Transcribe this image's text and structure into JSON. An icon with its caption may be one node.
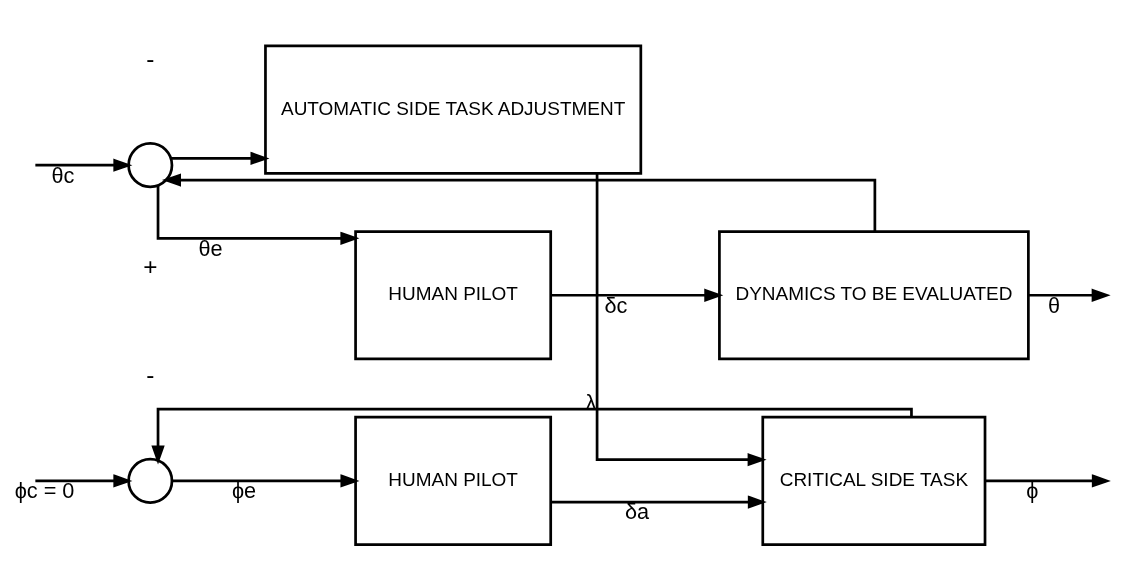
{
  "diagram": {
    "nodes": [
      {
        "text": [],
        "shape": "circle"
      },
      {
        "text": [
          "HUMAN PILOT"
        ]
      },
      {
        "text": [
          "DYNAMICS TO BE EVALUATED"
        ]
      },
      {
        "text": [],
        "shape": "circle"
      },
      {
        "text": [
          "HUMAN PILOT"
        ]
      },
      {
        "text": [
          "CRITICAL SIDE TASK"
        ]
      },
      {
        "text": [
          "AUTOMATIC SIDE TASK ADJUSTMENT"
        ]
      }
    ],
    "edges": [
      {
        "from": null,
        "to": 0,
        "arrow": "to",
        "label": "θc"
      },
      {
        "from": 0,
        "to": 1,
        "arrow": "to",
        "label": "θe"
      },
      {
        "from": 1,
        "to": 2,
        "arrow": "to",
        "label": "δc"
      },
      {
        "from": 2,
        "to": null,
        "arrow": "to",
        "label": "θ"
      },
      {
        "from": 2,
        "to": 0,
        "arrow": "to"
      },
      {
        "from": 0,
        "to": 6,
        "arrow": "to"
      },
      {
        "from": null,
        "to": 3,
        "arrow": "to",
        "label": "ϕc = 0"
      },
      {
        "from": 3,
        "to": 4,
        "arrow": "to",
        "label": "ϕe"
      },
      {
        "from": 4,
        "to": 5,
        "arrow": "to",
        "label": "δa"
      },
      {
        "from": 5,
        "to": null,
        "arrow": "to",
        "label": "ϕ"
      },
      {
        "from": 5,
        "to": 3,
        "arrow": "to"
      },
      {
        "from": 6,
        "to": 5,
        "arrow": "to",
        "label": "λ"
      }
    ],
    "labels": [
      "-",
      "+",
      "-"
    ]
  }
}
